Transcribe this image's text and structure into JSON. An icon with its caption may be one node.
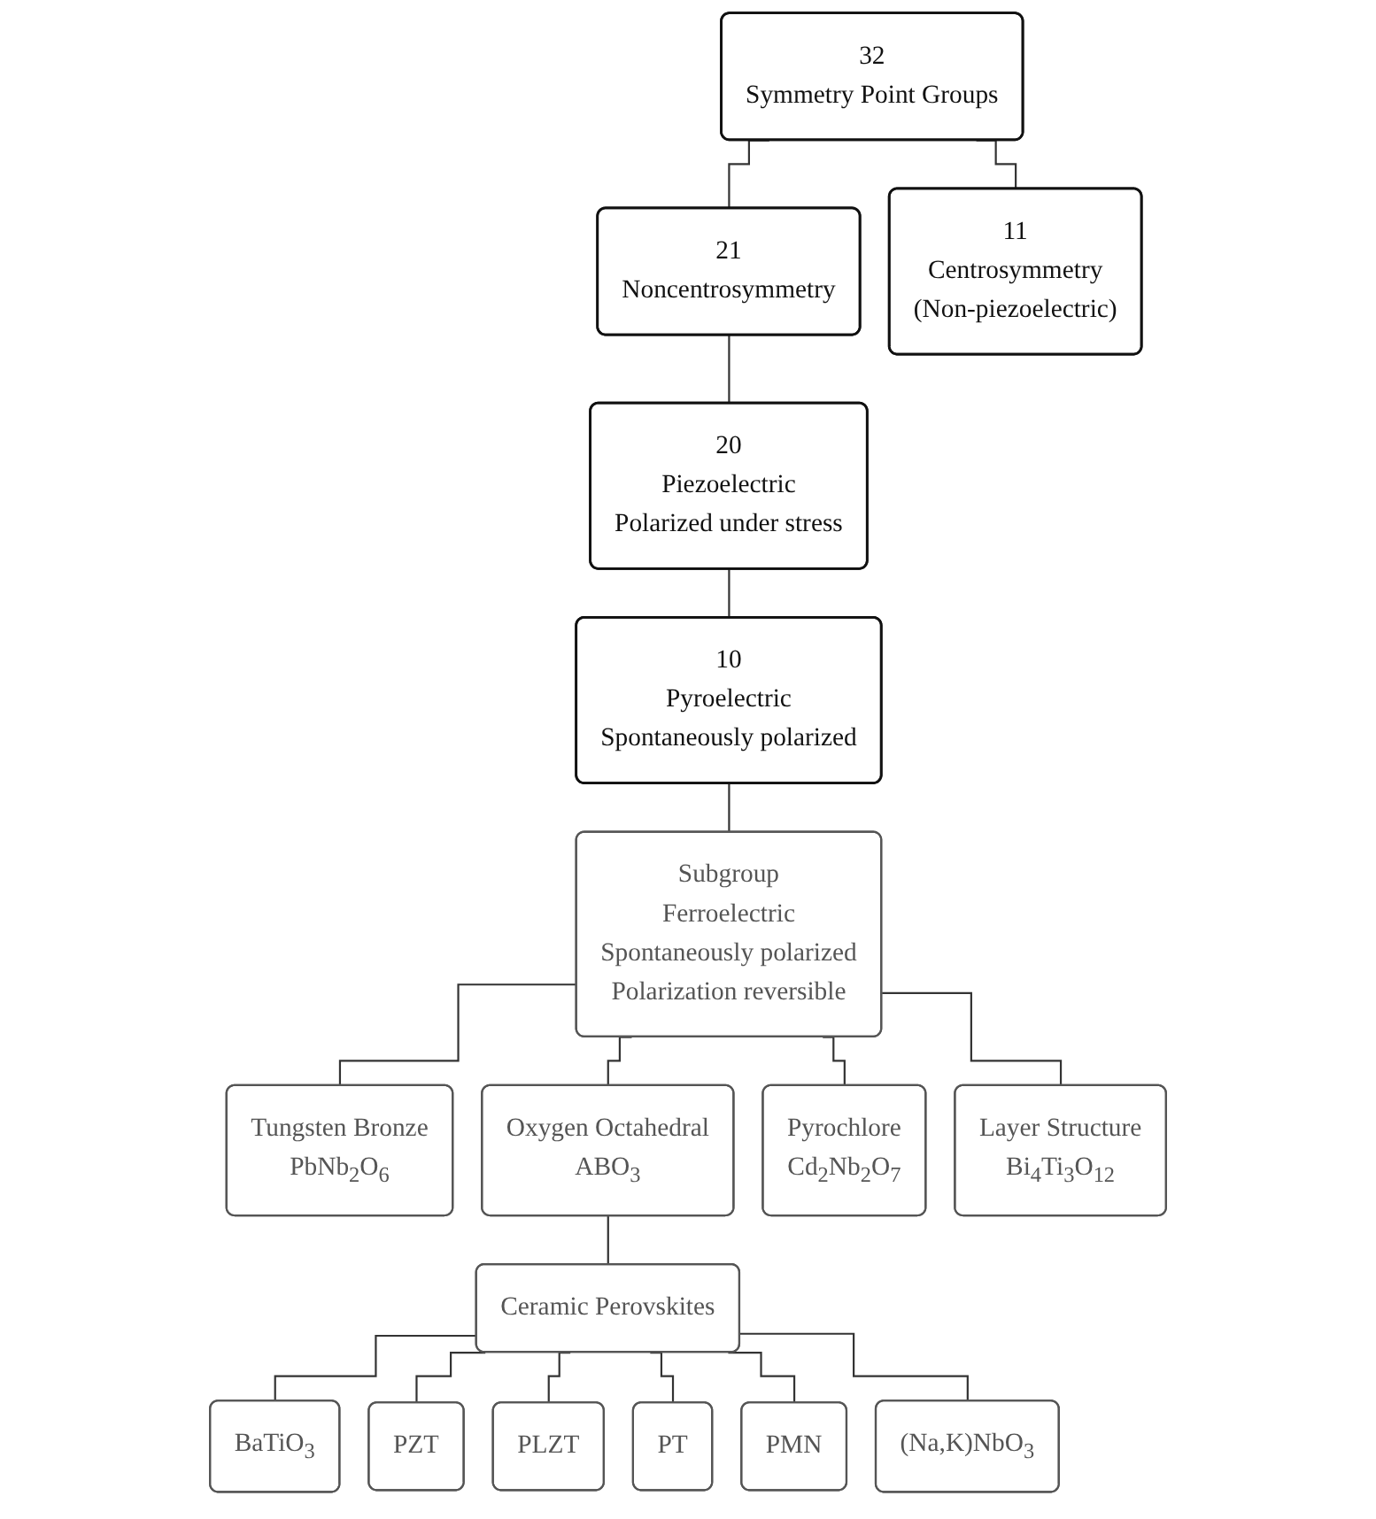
{
  "diagram": {
    "nodes": [
      {
        "text": [
          "32",
          "Symmetry Point Groups"
        ]
      },
      {
        "text": [
          "21",
          "Noncentrosymmetry"
        ]
      },
      {
        "text": [
          "11",
          "Centrosymmetry",
          "(Non-piezoelectric)"
        ]
      },
      {
        "text": [
          "20",
          "Piezoelectric",
          "Polarized under stress"
        ]
      },
      {
        "text": [
          "10",
          "Pyroelectric",
          "Spontaneously polarized"
        ]
      },
      {
        "text": [
          "Subgroup",
          "Ferroelectric",
          "Spontaneously polarized",
          "Polarization reversible"
        ]
      },
      {
        "text": [
          "Tungsten Bronze",
          "PbNb$_{2}$O$_{6}$"
        ]
      },
      {
        "text": [
          "Oxygen Octahedral",
          "ABO$_{3}$"
        ]
      },
      {
        "text": [
          "Pyrochlore",
          "Cd$_{2}$Nb$_{2}$O$_{7}$"
        ]
      },
      {
        "text": [
          "Layer Structure",
          "Bi$_{4}$Ti$_{3}$O$_{12}$"
        ]
      },
      {
        "text": [
          "Ceramic Perovskites"
        ]
      },
      {
        "text": [
          "BaTiO$_{3}$"
        ]
      },
      {
        "text": [
          "PZT"
        ]
      },
      {
        "text": [
          "PLZT"
        ]
      },
      {
        "text": [
          "PT"
        ]
      },
      {
        "text": [
          "PMN"
        ]
      },
      {
        "text": [
          "(Na,K)NbO$_{3}$"
        ]
      }
    ],
    "edges": [
      {
        "from": 0,
        "to": 1,
        "arrow": "none"
      },
      {
        "from": 0,
        "to": 2,
        "arrow": "none"
      },
      {
        "from": 1,
        "to": 3,
        "arrow": "none"
      },
      {
        "from": 3,
        "to": 4,
        "arrow": "none"
      },
      {
        "from": 4,
        "to": 5,
        "arrow": "none"
      },
      {
        "from": 5,
        "to": 6,
        "arrow": "none"
      },
      {
        "from": 5,
        "to": 7,
        "arrow": "none"
      },
      {
        "from": 5,
        "to": 8,
        "arrow": "none"
      },
      {
        "from": 5,
        "to": 9,
        "arrow": "none"
      },
      {
        "from": 7,
        "to": 10,
        "arrow": "none"
      },
      {
        "from": 10,
        "to": 11,
        "arrow": "none"
      },
      {
        "from": 10,
        "to": 12,
        "arrow": "none"
      },
      {
        "from": 10,
        "to": 13,
        "arrow": "none"
      },
      {
        "from": 10,
        "to": 14,
        "arrow": "none"
      },
      {
        "from": 10,
        "to": 15,
        "arrow": "none"
      },
      {
        "from": 10,
        "to": 16,
        "arrow": "none"
      }
    ]
  }
}
